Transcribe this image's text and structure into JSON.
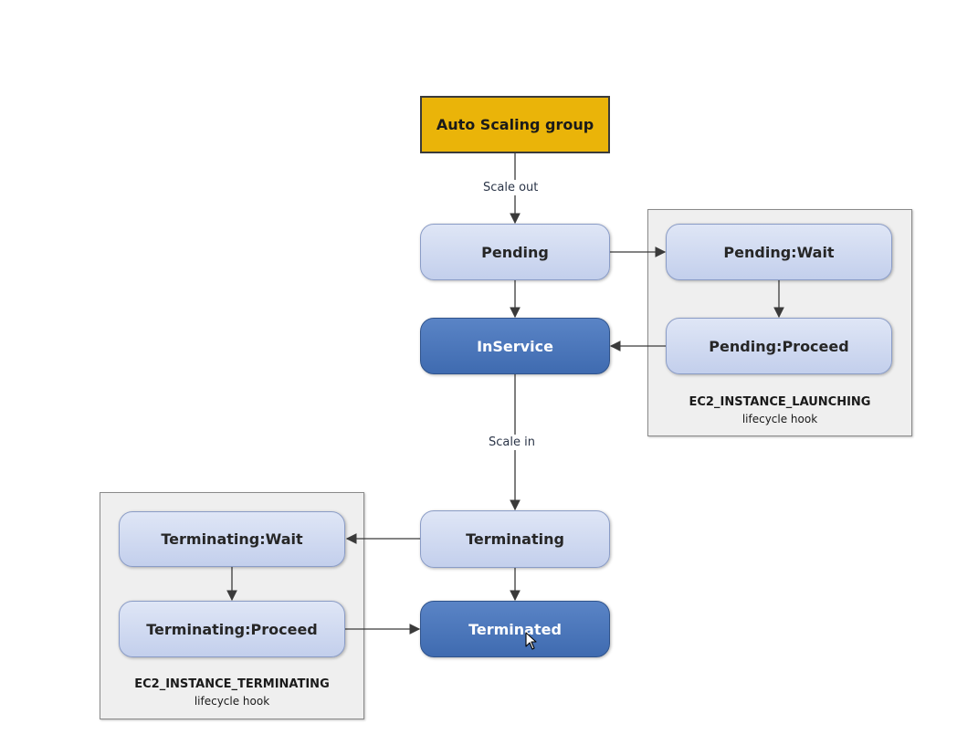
{
  "diagram": {
    "nodes": {
      "auto_scaling_group": "Auto Scaling group",
      "pending": "Pending",
      "pending_wait": "Pending:Wait",
      "inservice": "InService",
      "pending_proceed": "Pending:Proceed",
      "terminating_wait": "Terminating:Wait",
      "terminating": "Terminating",
      "terminating_proceed": "Terminating:Proceed",
      "terminated": "Terminated"
    },
    "edge_labels": {
      "scale_out": "Scale out",
      "scale_in": "Scale in"
    },
    "groups": {
      "launching": {
        "title": "EC2_INSTANCE_LAUNCHING",
        "subtitle": "lifecycle hook"
      },
      "terminating": {
        "title": "EC2_INSTANCE_TERMINATING",
        "subtitle": "lifecycle hook"
      }
    },
    "colors": {
      "asg_fill": "#eab409",
      "state_light": "#c9d4ee",
      "state_dark": "#4a74b9",
      "hook_group_fill": "#efefef",
      "arrow": "#3a3a3a"
    }
  }
}
